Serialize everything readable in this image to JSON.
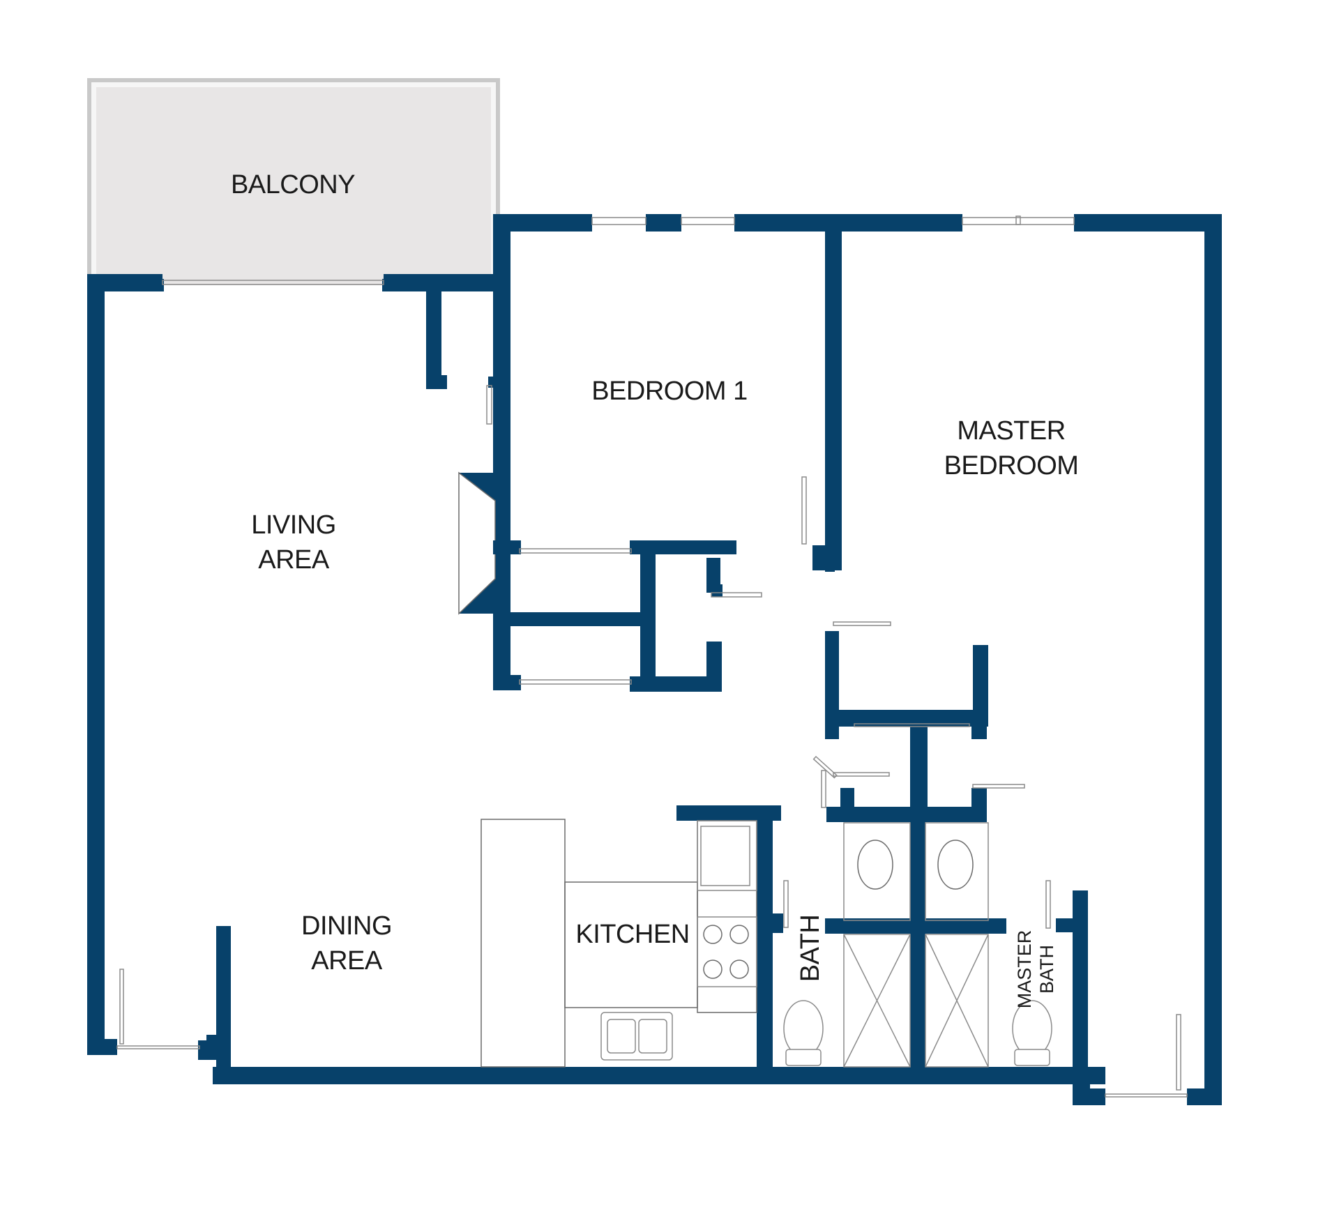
{
  "colors": {
    "wall": "#07416a",
    "balcony_fill": "#e8e6e6",
    "background": "#ffffff"
  },
  "rooms": {
    "balcony": "BALCONY",
    "bedroom1": "BEDROOM 1",
    "master_bedroom_line1": "MASTER",
    "master_bedroom_line2": "BEDROOM",
    "living_line1": "LIVING",
    "living_line2": "AREA",
    "dining_line1": "DINING",
    "dining_line2": "AREA",
    "kitchen": "KITCHEN",
    "bath": "BATH",
    "master_bath_line1": "MASTER",
    "master_bath_line2": "BATH"
  }
}
